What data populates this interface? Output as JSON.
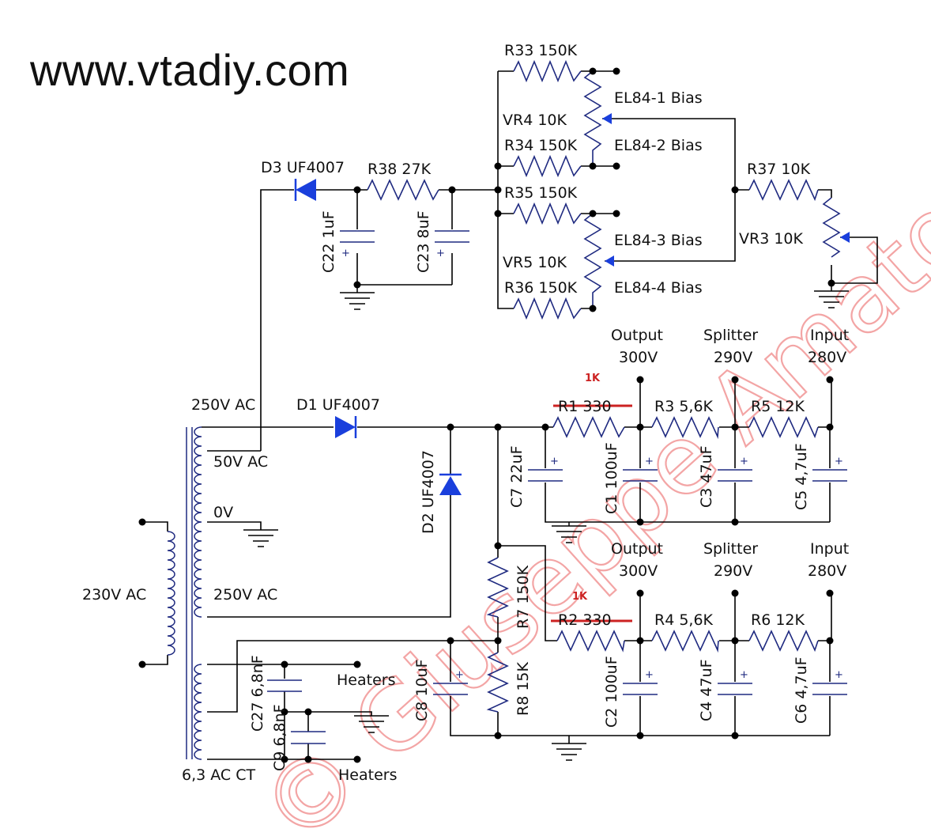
{
  "site_title": "www.vtadiy.com",
  "watermark": "© Giuseppe Amato",
  "colors": {
    "wire": "#000000",
    "component": "#1f2a80",
    "diode": "#1a3fdc",
    "correction": "#cc2222",
    "watermark": "#f3a5a5"
  },
  "labels": {
    "r33": "R33 150K",
    "el84_1": "EL84-1 Bias",
    "vr4": "VR4  10K",
    "r34": "R34 150K",
    "el84_2": "EL84-2 Bias",
    "d3": "D3 UF4007",
    "r38": "R38 27K",
    "r37": "R37 10K",
    "c22": "C22 1uF",
    "c23": "C23 8uF",
    "r35": "R35 150K",
    "el84_3": "EL84-3 Bias",
    "vr3": "VR3   10K",
    "vr5": "VR5  10K",
    "r36": "R36 150K",
    "el84_4": "EL84-4 Bias",
    "out1": "Output",
    "out1v": "300V",
    "spl1": "Splitter",
    "spl1v": "290V",
    "in1": "Input",
    "in1v": "280V",
    "ac250": "250V AC",
    "d1": "D1 UF4007",
    "r1": "R1 330",
    "r1fix": "1K",
    "r3": "R3 5,6K",
    "r5": "R5 12K",
    "ac50": "50V AC",
    "d2": "D2 UF4007",
    "c7": "C7 22uF",
    "c1": "C1 100uF",
    "c3": "C3 47uF",
    "c5": "C5 4,7uF",
    "v0": "0V",
    "ac230": "230V AC",
    "ac250b": "250V AC",
    "r7": "R7 150K",
    "out2": "Output",
    "out2v": "300V",
    "spl2": "Splitter",
    "spl2v": "290V",
    "in2": "Input",
    "in2v": "280V",
    "r2": "R2 330",
    "r2fix": "1K",
    "r4": "R4 5,6K",
    "r6": "R6 12K",
    "c27": "C27 6,8nF",
    "heaters1": "Heaters",
    "c8": "C8 10uF",
    "r8": "R8 15K",
    "c2": "C2 100uF",
    "c4": "C4 47uF",
    "c6": "C6 4,7uF",
    "c9": "C9 6,8nF",
    "ac63": "6,3 AC CT",
    "heaters2": "Heaters"
  }
}
